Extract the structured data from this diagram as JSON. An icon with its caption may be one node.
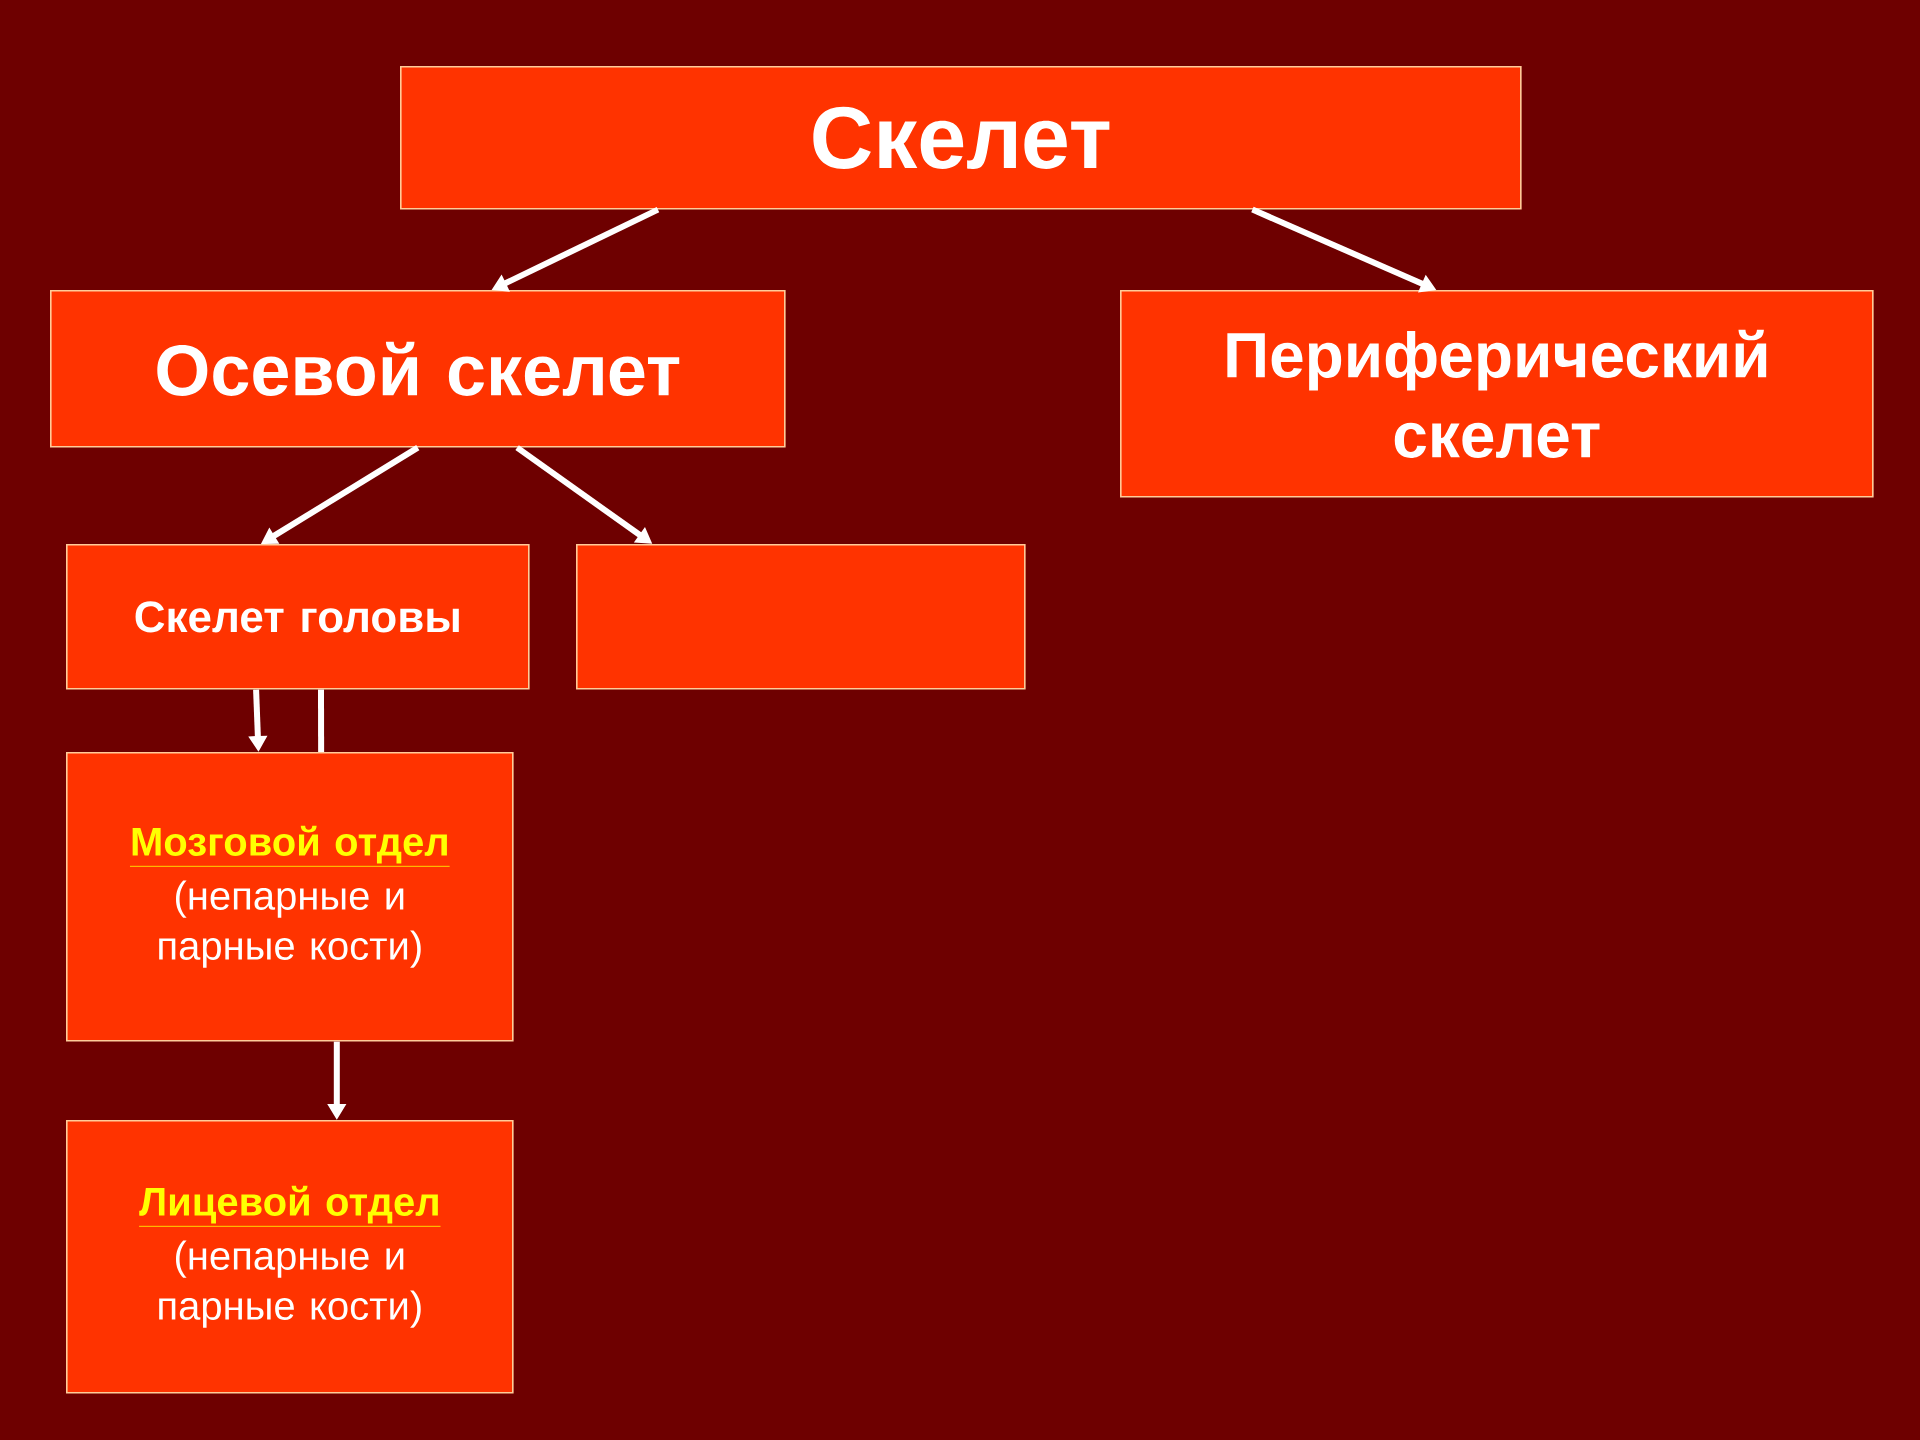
{
  "diagram": {
    "nodes": [
      {
        "text": [
          "Скелет"
        ]
      },
      {
        "text": [
          "Осевой скелет"
        ]
      },
      {
        "text": [
          "Периферический скелет"
        ]
      },
      {
        "text": [
          "Скелет головы"
        ]
      },
      {
        "text": [],
        "shape": "box"
      },
      {
        "text": [
          "Мозговой отдел",
          "(непарные и парные кости)"
        ]
      },
      {
        "text": [
          "Лицевой отдел",
          "(непарные и парные кости)"
        ]
      }
    ],
    "edges": [
      {
        "from": 0,
        "to": 1,
        "arrow": "to"
      },
      {
        "from": 0,
        "to": 2,
        "arrow": "to"
      },
      {
        "from": 1,
        "to": 3,
        "arrow": "to"
      },
      {
        "from": 1,
        "to": 4,
        "arrow": "to"
      },
      {
        "from": 3,
        "to": 5,
        "arrow": "to"
      },
      {
        "from": 3,
        "to": 5,
        "arrow": "none"
      },
      {
        "from": 5,
        "to": 6,
        "arrow": "to"
      }
    ]
  }
}
